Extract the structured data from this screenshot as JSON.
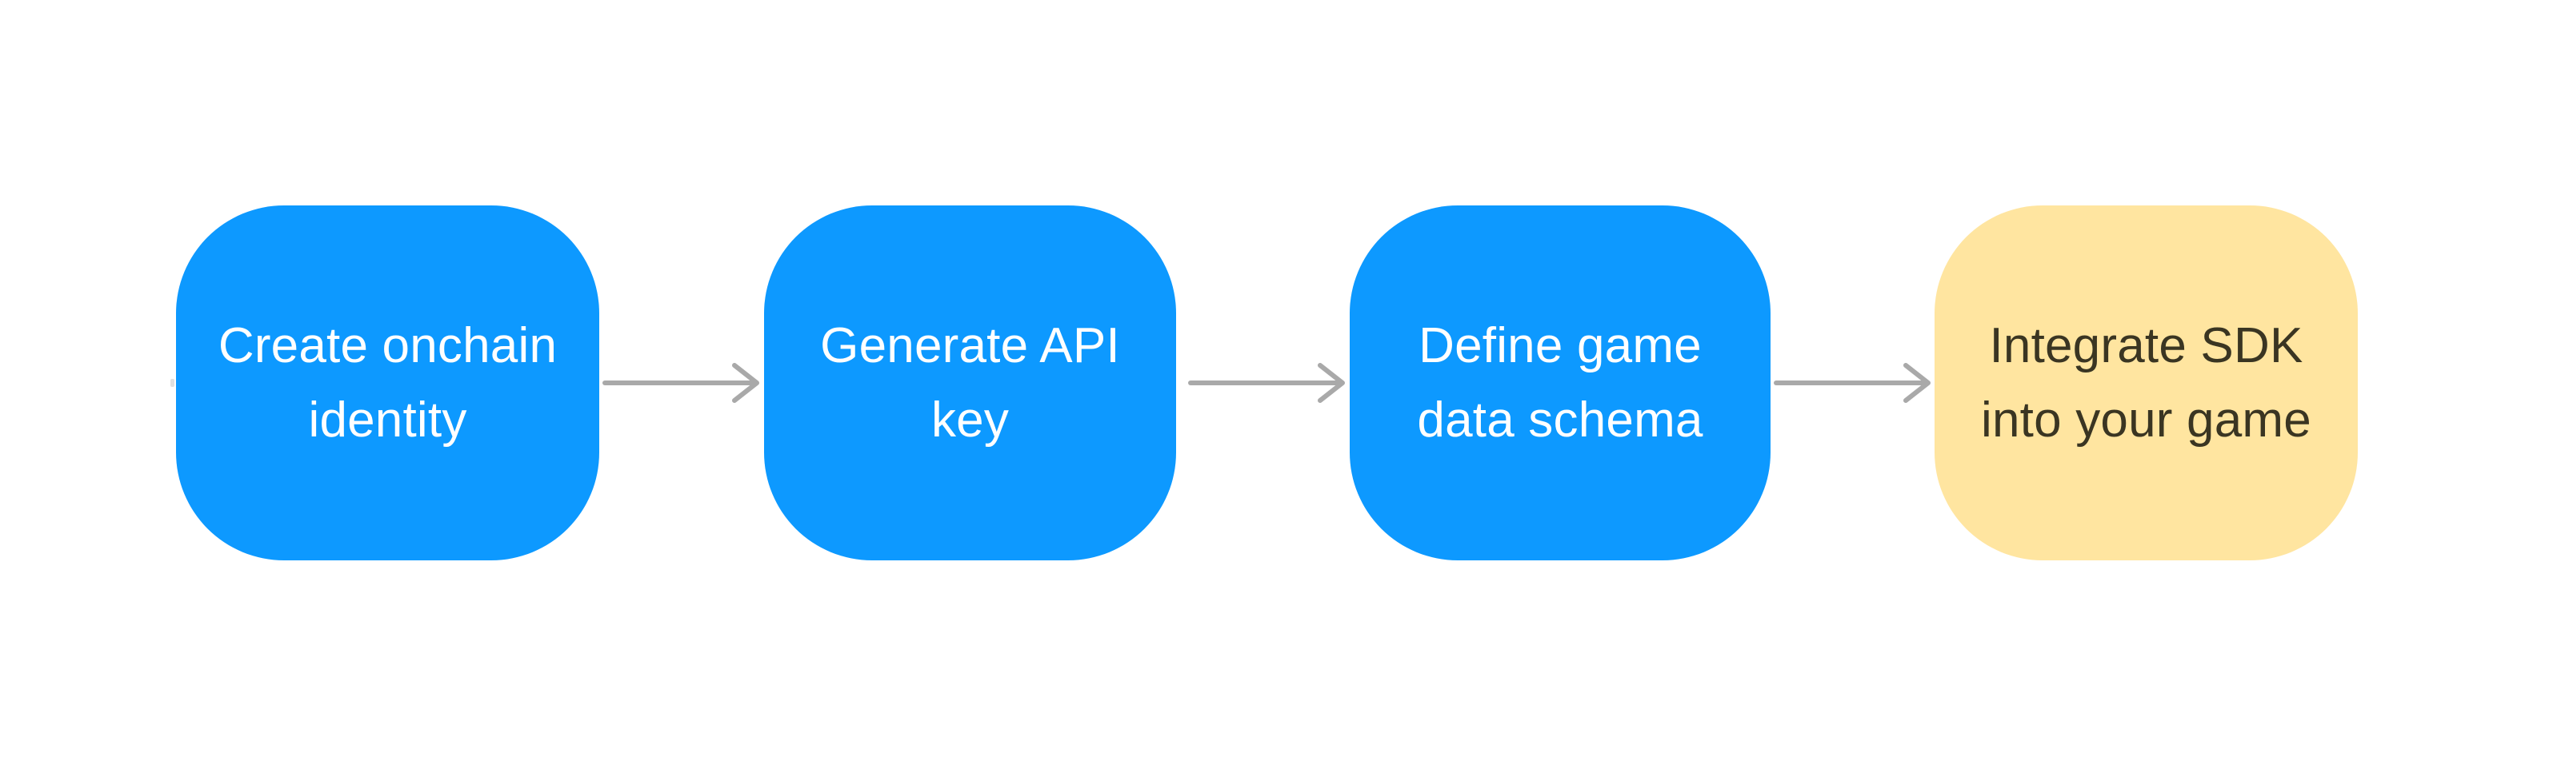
{
  "canvas": {
    "background": "#FFFFFF",
    "type": "flowchart"
  },
  "flow": {
    "nodes": [
      {
        "id": "create-onchain-identity",
        "label": "Create onchain\nidentity",
        "fill": "#0D99FF",
        "text_color": "#FFFFFF",
        "shape": "rounded-square"
      },
      {
        "id": "generate-api-key",
        "label": "Generate API\nkey",
        "fill": "#0D99FF",
        "text_color": "#FFFFFF",
        "shape": "rounded-square"
      },
      {
        "id": "define-game-data-schema",
        "label": "Define game\ndata schema",
        "fill": "#0D99FF",
        "text_color": "#FFFFFF",
        "shape": "rounded-square"
      },
      {
        "id": "integrate-sdk-into-your-game",
        "label": "Integrate SDK\ninto your game",
        "fill": "#FFE5A0",
        "text_color": "#3A3522",
        "shape": "rounded-square"
      }
    ],
    "connectors": [
      {
        "from": "create-onchain-identity",
        "to": "generate-api-key",
        "style": "arrow-right",
        "color": "#A9A9A9"
      },
      {
        "from": "generate-api-key",
        "to": "define-game-data-schema",
        "style": "arrow-right",
        "color": "#A9A9A9"
      },
      {
        "from": "define-game-data-schema",
        "to": "integrate-sdk-into-your-game",
        "style": "arrow-right",
        "color": "#A9A9A9"
      }
    ],
    "connector_color": "#A9A9A9"
  }
}
